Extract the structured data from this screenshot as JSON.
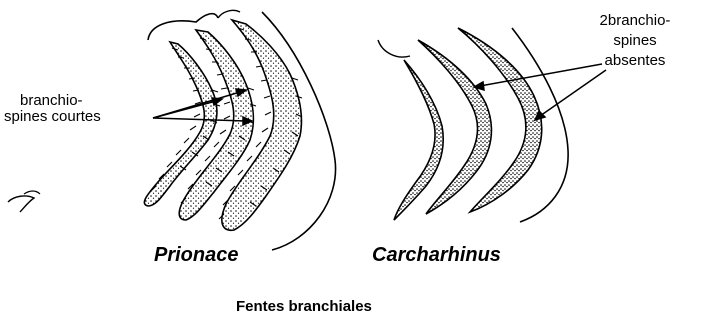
{
  "labels": {
    "prionace_line1": "branchio-",
    "prionace_line2": "spines courtes",
    "carcharhinus_line1": "2branchio-",
    "carcharhinus_line2": "spines",
    "carcharhinus_line3": "absentes"
  },
  "genus_names": {
    "left": "Prionace",
    "right": "Carcharhinus"
  },
  "caption": "Fentes branchiales"
}
